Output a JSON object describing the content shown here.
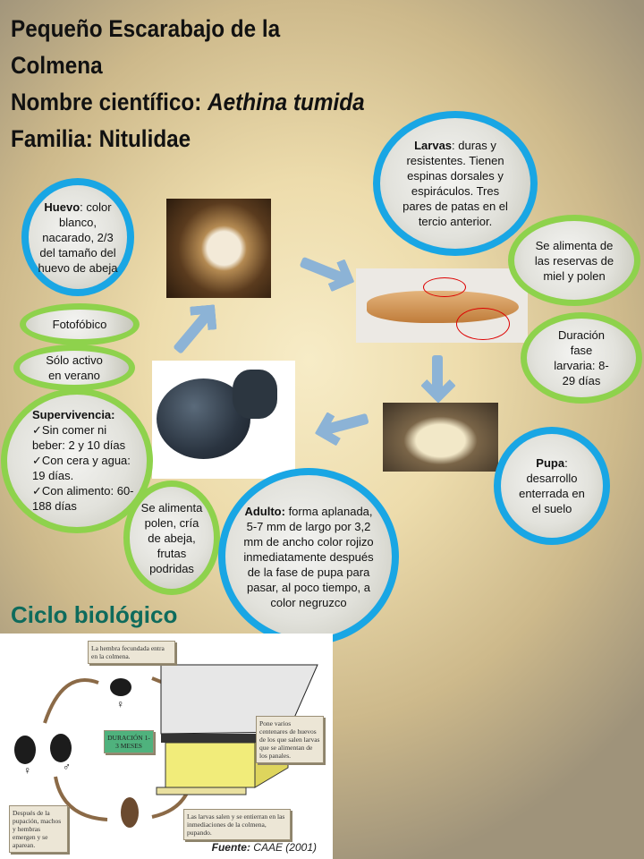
{
  "title": {
    "line1": "Pequeño Escarabajo de la",
    "line2": "Colmena",
    "line3_label": "Nombre científico: ",
    "line3_name": "Aethina tumida",
    "line4": "Familia: Nitulidae"
  },
  "circles": {
    "huevo_label": "Huevo",
    "huevo_text": ": color blanco, nacarado, 2/3 del tamaño del huevo de abeja",
    "fotofobico": "Fotofóbico",
    "activo": "Sólo activo en verano",
    "superv_label": "Supervivencia:",
    "superv_items": [
      "✓Sin comer ni beber: 2 y 10 días",
      "✓Con cera y agua: 19 días.",
      "✓Con alimento: 60-188 días"
    ],
    "alimenta_adulto": "Se alimenta polen, cría de abeja, frutas podridas",
    "adulto_label": "Adulto:",
    "adulto_text": " forma aplanada, 5-7 mm de largo por 3,2 mm de ancho color rojizo inmediatamente después de la fase de pupa para pasar, al poco tiempo, a color negruzco",
    "larvas_label": "Larvas",
    "larvas_text": ": duras y resistentes. Tienen espinas dorsales y espiráculos. Tres pares de patas en el tercio anterior.",
    "alimenta_larva": "Se alimenta de las reservas de miel y polen",
    "duracion": "Duración fase larvaria: 8-29 días",
    "pupa_label": "Pupa",
    "pupa_text": ": desarrollo enterrada en el suelo"
  },
  "section_title": "Ciclo biológico",
  "diagram": {
    "note1": "La hembra fecundada entra en la colmena.",
    "note2": "Pone varios centenares de huevos de los que salen larvas que se alimentan de los panales.",
    "note3": "Las larvas salen y se entierran en las inmediaciones de la colmena, pupando.",
    "note4": "Después de la pupación, machos y hembras emergen y se aparean.",
    "duration": "DURACIÓN 1-3 MESES",
    "female": "♀",
    "male": "♂",
    "source_label": "Fuente:",
    "source": " CAAE (2001)"
  }
}
